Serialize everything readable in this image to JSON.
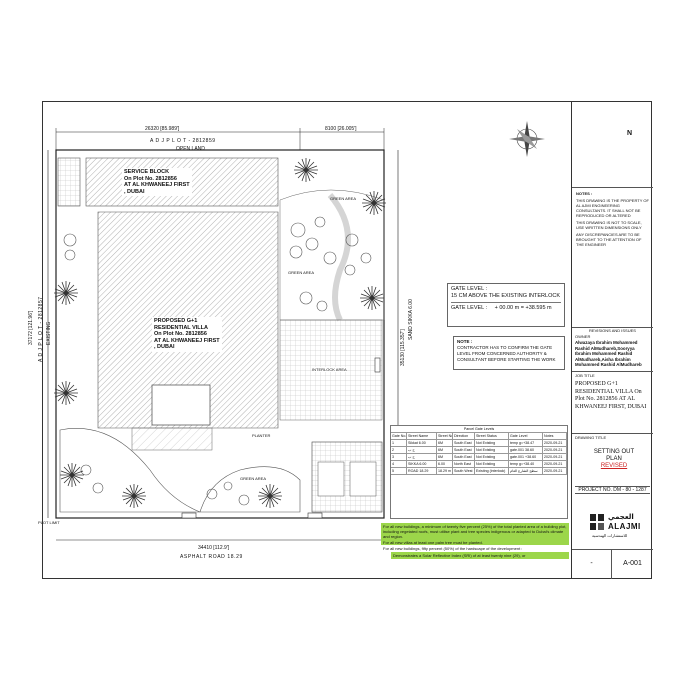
{
  "dims": {
    "top_left": "26320 [85.989']",
    "top_right": "8100 [26.005']",
    "left_side": "37172 [121.96']",
    "right_side": "35130 [115.357']",
    "bottom": "34410 [112.9']"
  },
  "labels": {
    "adj_plot_top": "A D J  P L O T  -  2812859",
    "open_land": "OPEN LAND",
    "adj_plot_left": "A D J  P L O T  -  2812857",
    "existing": "EXISTING",
    "sikka_right": "SAND SIKKA 6.00",
    "asphalt_road": "ASPHALT ROAD 18.29",
    "green_area_1": "GREEN AREA",
    "green_area_2": "GREEN AREA",
    "green_area_3": "GREEN AREA",
    "interlock_area": "INTERLOCK AREA",
    "planter": "PLANTER",
    "plot_limit": "PLOT LIMIT"
  },
  "service_block": {
    "line1": "SERVICE BLOCK",
    "line2": "On Plot No. 2812856",
    "line3": "AT AL KHWANEEJ FIRST",
    "line4": ", DUBAI"
  },
  "villa": {
    "line1": "PROPOSED  G+1",
    "line2": "RESIDENTIAL VILLA",
    "line3": "On Plot No. 2812856",
    "line4": "AT AL KHWANEEJ FIRST",
    "line5": ", DUBAI"
  },
  "gate": {
    "title": "GATE LEVEL :",
    "desc": "15 CM ABOVE THE EXISTING INTERLOCK",
    "level_label": "GATE LEVEL :",
    "level_value": "+ 00.00 m  =  +38.595 m"
  },
  "note": {
    "title": "NOTE :",
    "text": "CONTRACTOR HAS TO CONFIRM THE GATE LEVEL FROM CONCERNED AUTHORITY & CONSULTANT BEFORE STARTING THE WORK"
  },
  "gate_table": {
    "title": "Parcel Gate Levels",
    "headers": [
      "Gate No.",
      "Street Name",
      "Street No.",
      "Direction",
      "Street Status",
      "Gate Level",
      "Notes"
    ],
    "rows": [
      [
        "1",
        "Sikkat 6.00",
        "6M",
        "South East",
        "Not Existing",
        "temp g=+38.47",
        "2020-09-21"
      ],
      [
        "2",
        "ح ب",
        "6M",
        "South East",
        "Not Existing",
        "gate.001 38.60",
        "2020-09-21"
      ],
      [
        "3",
        "ح ب",
        "6M",
        "South East",
        "Not Existing",
        "gate.001 +38.60",
        "2020-09-21"
      ],
      [
        "4",
        "SIKKA 6.00",
        "6.00",
        "North East",
        "Not Existing",
        "temp g=+38.40",
        "2020-09-21"
      ],
      [
        "5",
        "ROAD 18.29",
        "18.29 m",
        "South West",
        "Existing (interlock)",
        "سطح الشارع العام",
        "2020-09-21"
      ]
    ]
  },
  "green_notes": {
    "line1": "For all new buildings, a minimum of twenty five percent (25%) of the total planted area of a building plot, including vegetated roofs, must utilise plant and tree species indigenous or adapted to Dubai's climate and region.",
    "line2": "For all new villas at least one palm tree must be planted.",
    "line3": "For all new buildings, fifty percent (50%) of the hardscape of the development :",
    "line4": "Demonstrates a Solar Reflective Index (SRI) of at least twenty nine (29), or"
  },
  "title_block": {
    "compass_n": "N",
    "notes_title": "NOTES :",
    "notes_1": "THIS DRAWING IS THE PROPERTY OF AL AJMI ENGINEERING CONSULTANTS. IT SHALL NOT BE REPRODUCED OR ALTERED",
    "notes_2": "THIS DRAWING IS NOT TO SCALE, USE WRITTEN DIMENSIONS ONLY",
    "notes_3": "ANY DISCREPANCIES ARE TO BE BROUGHT TO THE ATTENTION OF THE ENGINEER",
    "revisions_title": "REVISIONS AND ISSUES",
    "owner_label": "OWNER",
    "owner_name": "Alwazaya Ibrahim Mohammed Rashid AlMudhareb,Sooryya Ibrahim Mohammed Rashid AlMudhareb,Aisha Ibrahim Mohammed Rashid AlMudhareb",
    "job_label": "JOB TITLE",
    "project_title": "PROPOSED G+1 RESIDENTIAL VILLA On Plot No. 2812856 AT AL KHWANEEJ FIRST, DUBAI",
    "drawing_label": "DRAWING TITLE",
    "drawing_title_1": "SETTING OUT PLAN",
    "drawing_title_2": "REVISED",
    "project_no": "PROJECT NO. DM - 80 - 1287",
    "logo_arabic": "العجمي",
    "logo_text": "ALAJMI",
    "logo_sub": "للاستشارات الهندسية",
    "sheet_dash": "-",
    "sheet_no": "A-001"
  },
  "colors": {
    "line": "#333333",
    "hatch": "#9c9c9c",
    "green_note": "#9cd64a",
    "red_text": "#cc2222"
  }
}
